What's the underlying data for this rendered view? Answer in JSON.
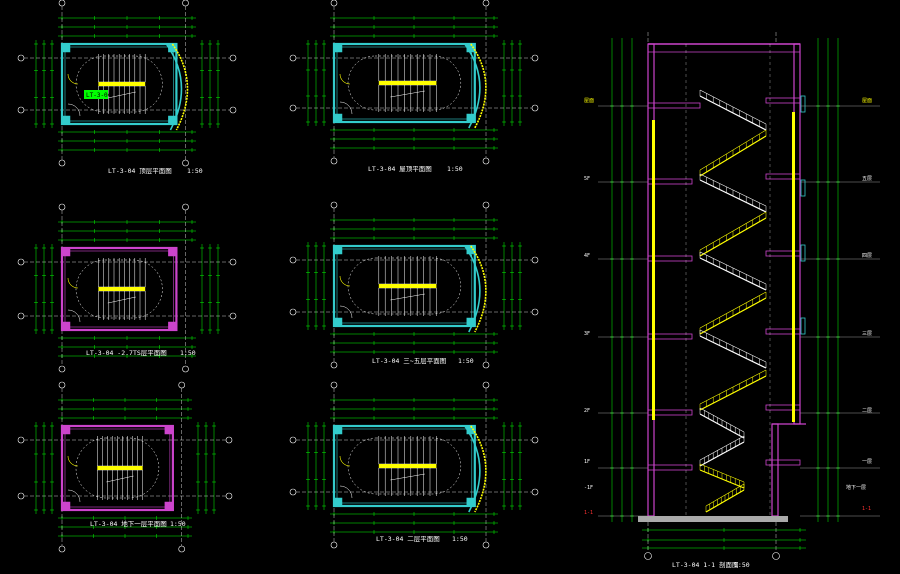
{
  "colors": {
    "background": "#000000",
    "dimension": "#00ff00",
    "wall": "#33cccc",
    "wall_magenta": "#cc44cc",
    "stair": "#ffff00",
    "grid_axis": "#ffffff",
    "dashed": "#ffffff",
    "curtain_wall": "#ffff00",
    "ground_fill": "#aaaaaa"
  },
  "plans": [
    {
      "id": "p1",
      "title": "LT-3-04 顶层平面图",
      "scale": "1:50",
      "tag": "LT-3-04"
    },
    {
      "id": "p2",
      "title": "LT-3-04 屋顶平面图",
      "scale": "1:50"
    },
    {
      "id": "p3",
      "title": "LT-3-04 -2.7TS层平面图",
      "scale": "1:50"
    },
    {
      "id": "p4",
      "title": "LT-3-04 三~五层平面图",
      "scale": "1:50"
    },
    {
      "id": "p5",
      "title": "LT-3-04 地下一层平面图",
      "scale": "1:50"
    },
    {
      "id": "p6",
      "title": "LT-3-04 二层平面图",
      "scale": "1:50"
    }
  ],
  "section": {
    "title": "LT-3-04 1-1 剖面图",
    "scale": "1:50",
    "side_label_bottom_left": "1-1",
    "side_label_bottom_right": "1-1",
    "floors_left": [
      "屋面",
      "5F",
      "4F",
      "3F",
      "2F",
      "1F",
      "-1F"
    ],
    "floors_right": [
      "屋面",
      "五层",
      "四层",
      "三层",
      "二层",
      "一层",
      "地下一层"
    ]
  }
}
